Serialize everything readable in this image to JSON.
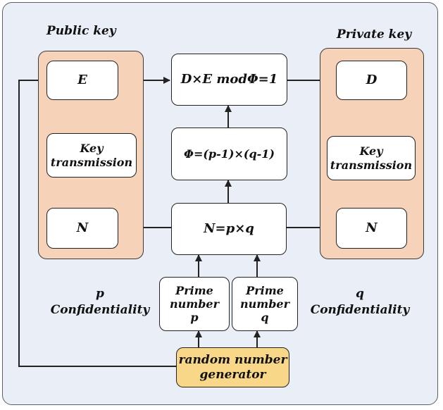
{
  "labels": {
    "public_key": "Public key",
    "private_key": "Private key",
    "p_line1": "p",
    "p_line2": "Confidentiality",
    "q_line1": "q",
    "q_line2": "Confidentiality"
  },
  "nodes": {
    "public_e": "E",
    "public_key_transmission": [
      "Key",
      "transmission"
    ],
    "public_n": "N",
    "formula_de": "D×E modΦ=1",
    "formula_phi": "Φ=(p-1)×(q-1)",
    "formula_n": "N=p×q",
    "private_d": "D",
    "private_key_transmission": [
      "Key",
      "transmission"
    ],
    "private_n": "N",
    "prime_p": [
      "Prime",
      "number",
      "p"
    ],
    "prime_q": [
      "Prime",
      "number",
      "q"
    ],
    "generator": [
      "random number",
      "generator"
    ]
  },
  "colors": {
    "panel_background": "#e9eef7",
    "key_group_fill": "#f6d2b8",
    "generator_fill": "#f8d888",
    "node_fill": "#ffffff",
    "stroke": "#222222"
  }
}
